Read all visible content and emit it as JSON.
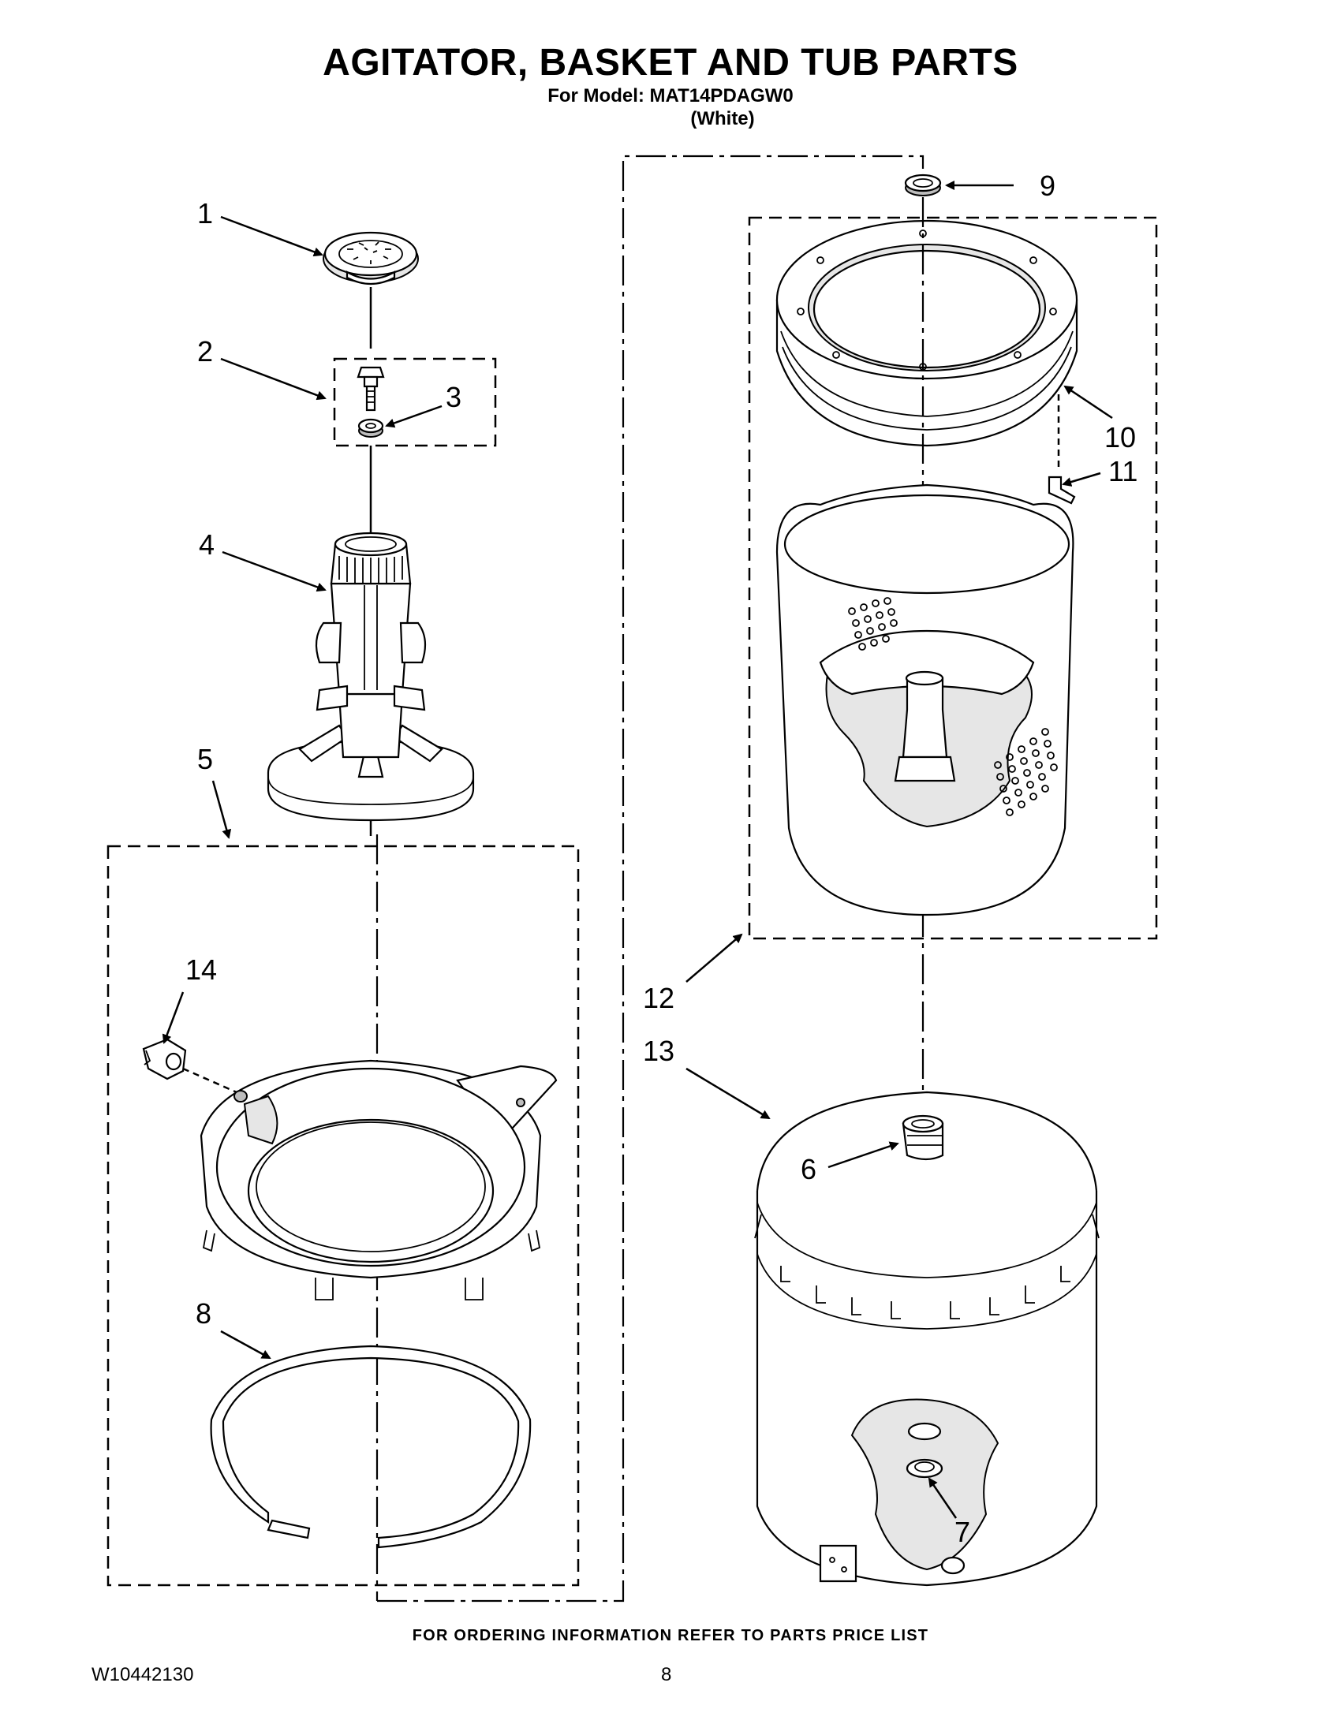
{
  "header": {
    "title": "AGITATOR, BASKET AND TUB PARTS",
    "model_line": "For Model: MAT14PDAGW0",
    "color_line": "(White)"
  },
  "callouts": {
    "c1": "1",
    "c2": "2",
    "c3": "3",
    "c4": "4",
    "c5": "5",
    "c6": "6",
    "c7": "7",
    "c8": "8",
    "c9": "9",
    "c10": "10",
    "c11": "11",
    "c12": "12",
    "c13": "13",
    "c14": "14"
  },
  "footer": {
    "ordering_note": "FOR ORDERING INFORMATION REFER TO PARTS PRICE LIST",
    "doc_number": "W10442130",
    "page_number": "8"
  }
}
